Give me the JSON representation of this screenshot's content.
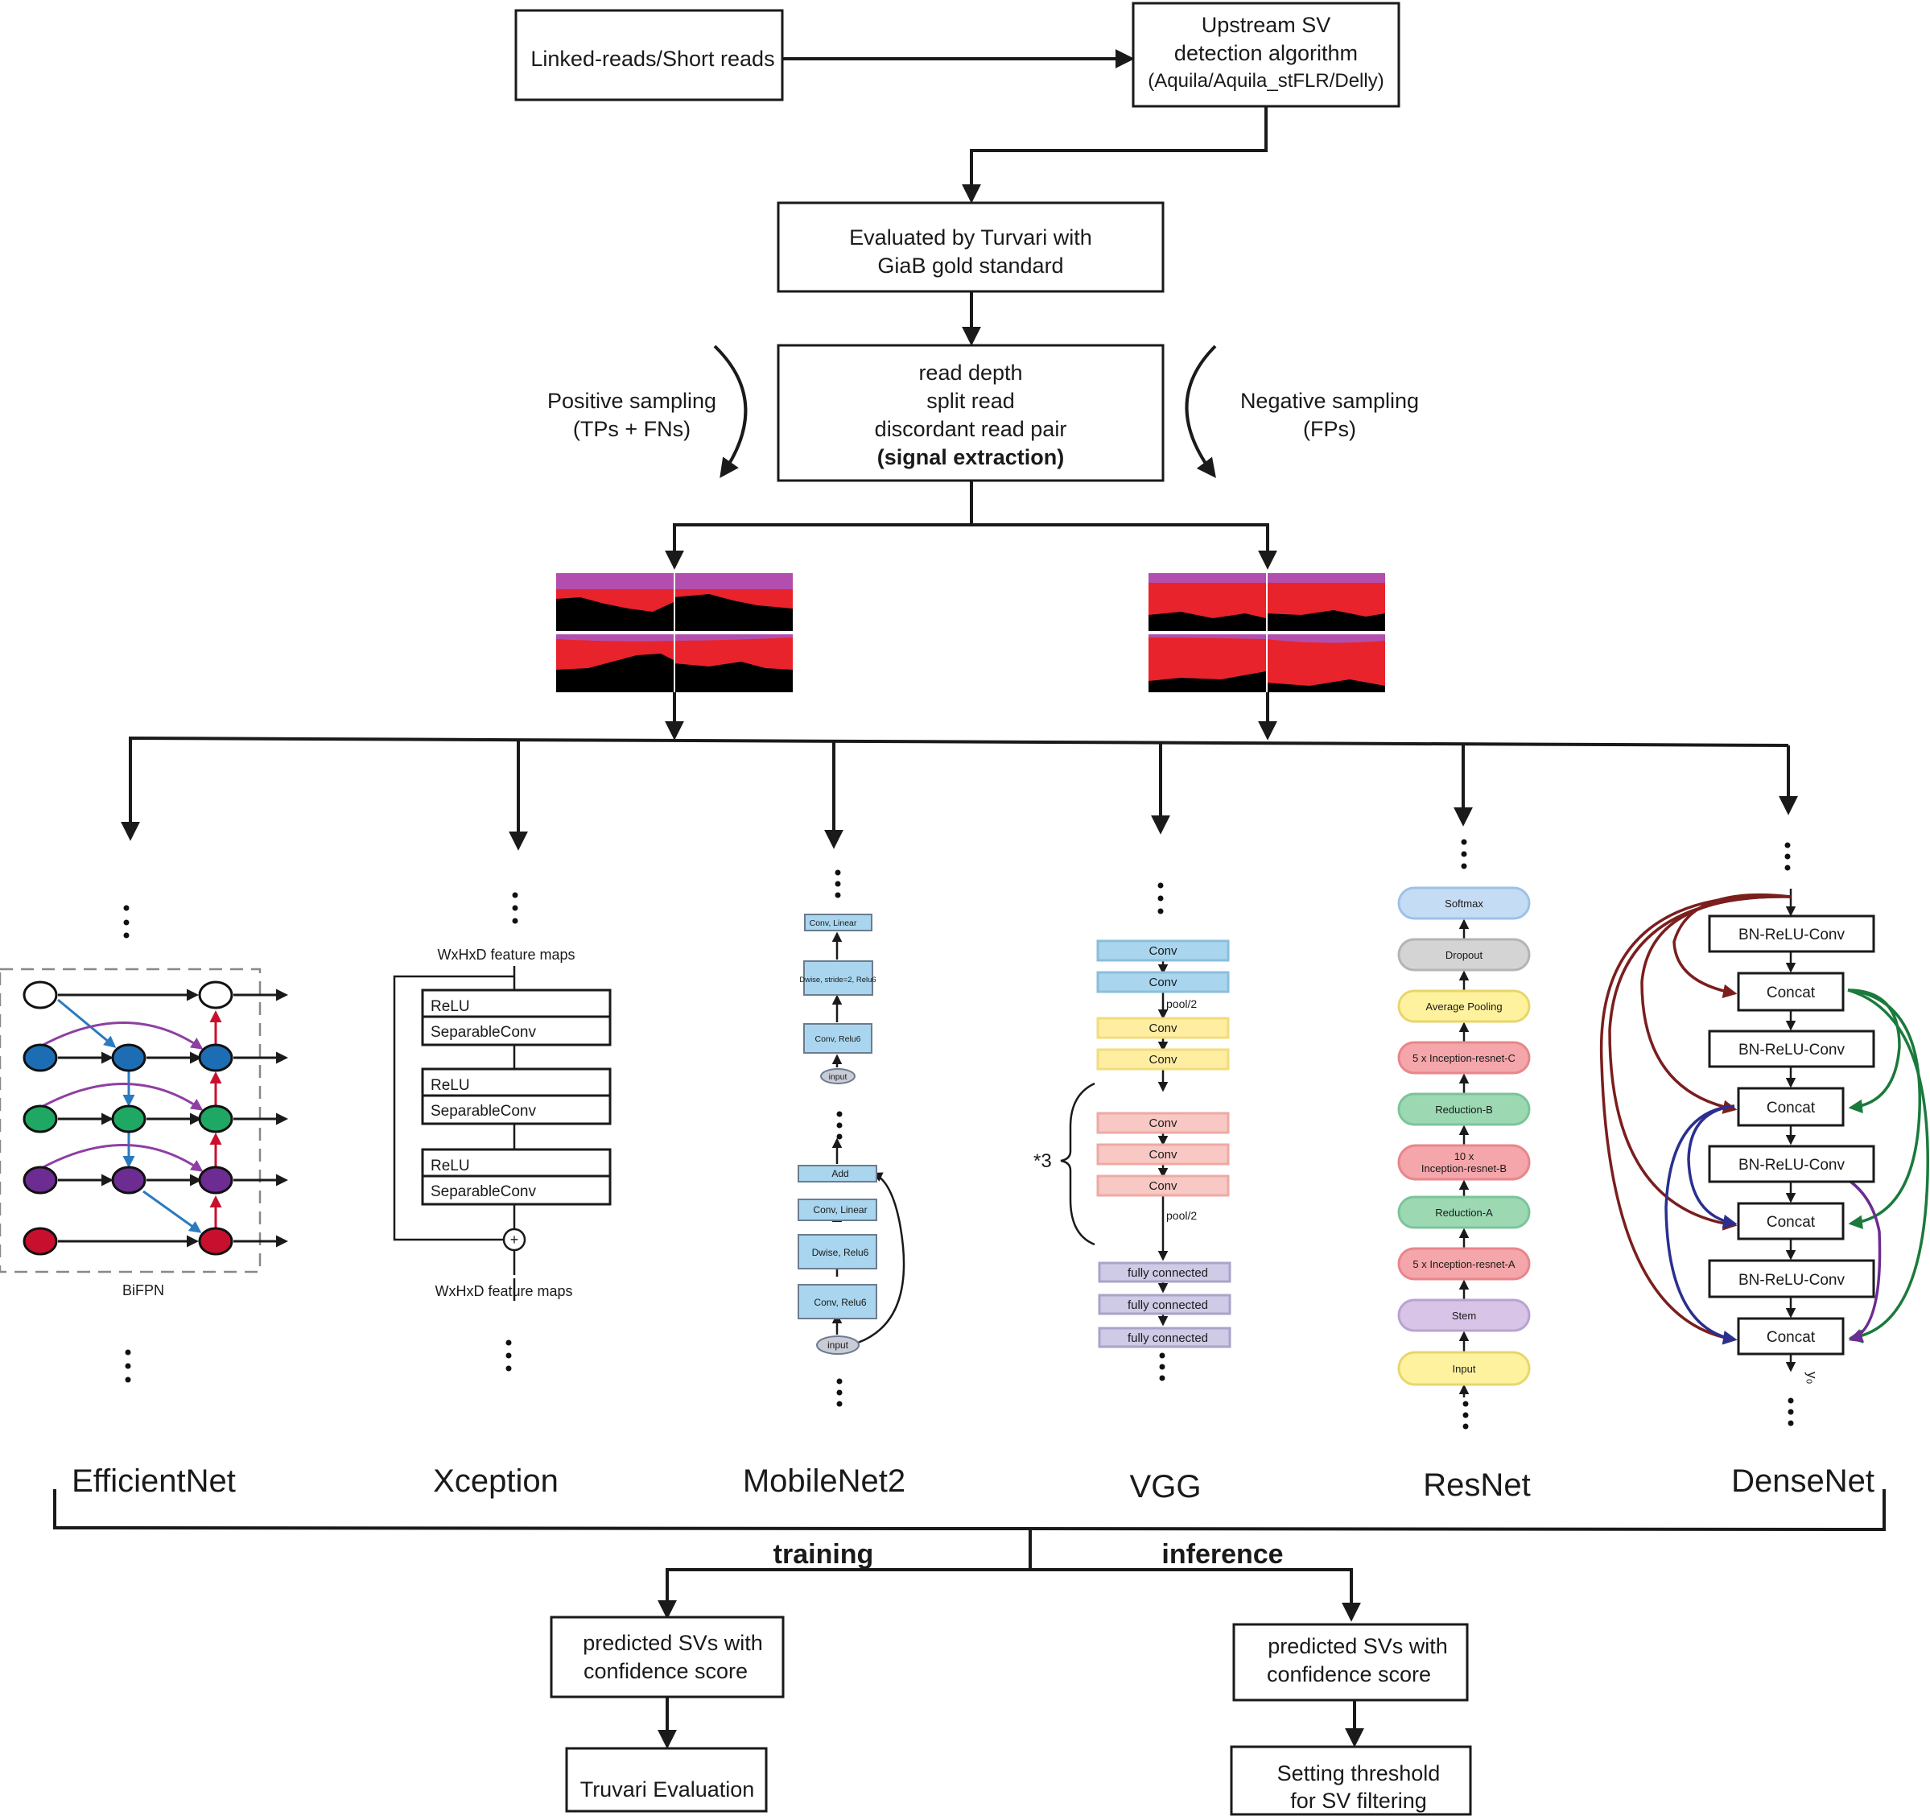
{
  "top": {
    "input_box": "Linked-reads/Short reads",
    "upstream_box": [
      "Upstream SV",
      "detection algorithm",
      "(Aquila/Aquila_stFLR/Delly)"
    ],
    "eval_box": [
      "Evaluated by Turvari with",
      "GiaB gold standard"
    ],
    "signal_box": [
      "read depth",
      "split read",
      "discordant read pair",
      "(signal extraction)"
    ],
    "positive": [
      "Positive sampling",
      "(TPs + FNs)"
    ],
    "negative": [
      "Negative sampling",
      "(FPs)"
    ]
  },
  "colors": {
    "signal_red": "#e8232b",
    "signal_purple": "#b24fae",
    "signal_black": "#000000",
    "node_blue": "#1d6db5",
    "node_green": "#1fa864",
    "node_purple": "#6c2c91",
    "node_red": "#c8102e",
    "arrow_blue": "#2a7ac0",
    "arrow_purple": "#8e3fa2",
    "arrow_red": "#c8102e",
    "dense_brown": "#7b1e1e",
    "dense_green": "#1a7a3c",
    "dense_navy": "#2b2f8f",
    "dense_purple": "#6c2c91",
    "vgg_blue": "#a9d6ee",
    "vgg_yellow": "#ffeea2",
    "vgg_pink": "#f8c8c4",
    "vgg_lav": "#cfcbe6",
    "res_blue": "#c4dcf4",
    "res_grey": "#d4d4d4",
    "res_yellow": "#fff29e",
    "res_pink": "#f4a6aa",
    "res_green": "#9cd9b3",
    "res_lav": "#d8c4e6"
  },
  "models": {
    "names": [
      "EfficientNet",
      "Xception",
      "MobileNet2",
      "VGG",
      "ResNet",
      "DenseNet"
    ],
    "efficientnet": {
      "caption": "BiFPN"
    },
    "xception": {
      "top_label": "WxHxD feature maps",
      "bottom_label": "WxHxD feature maps",
      "relu": "ReLU",
      "sepconv": "SeparableConv",
      "plus": "+"
    },
    "mobilenet": {
      "top_stack": [
        "Conv, Linear",
        "Dwise, stride=2, Relu6",
        "Conv, Relu6",
        "input"
      ],
      "bottom_stack": [
        "Add",
        "Conv, Linear",
        "Dwise, Relu6",
        "Conv, Relu6",
        "input"
      ]
    },
    "vgg": {
      "blocks": [
        "Conv",
        "Conv",
        "Conv",
        "Conv",
        "Conv",
        "Conv",
        "Conv",
        "fully connected",
        "fully connected",
        "fully connected"
      ],
      "pool": "pool/2",
      "repeat": "*3"
    },
    "resnet": {
      "blocks": [
        "Softmax",
        "Dropout",
        "Average Pooling",
        "5 x Inception-resnet-C",
        "Reduction-B",
        "10 x",
        "Inception-resnet-B",
        "Reduction-A",
        "5 x Inception-resnet-A",
        "Stem",
        "Input"
      ]
    },
    "densenet": {
      "blocks": [
        "BN-ReLU-Conv",
        "Concat",
        "BN-ReLU-Conv",
        "Concat",
        "BN-ReLU-Conv",
        "Concat",
        "BN-ReLU-Conv",
        "Concat"
      ],
      "output": "y₀"
    }
  },
  "bottom": {
    "training": "training",
    "inference": "inference",
    "train_pred": [
      "predicted SVs with",
      "confidence score"
    ],
    "infer_pred": [
      "predicted SVs with",
      "confidence score"
    ],
    "truvari": "Truvari Evaluation",
    "threshold": [
      "Setting threshold",
      "for SV filtering"
    ]
  }
}
